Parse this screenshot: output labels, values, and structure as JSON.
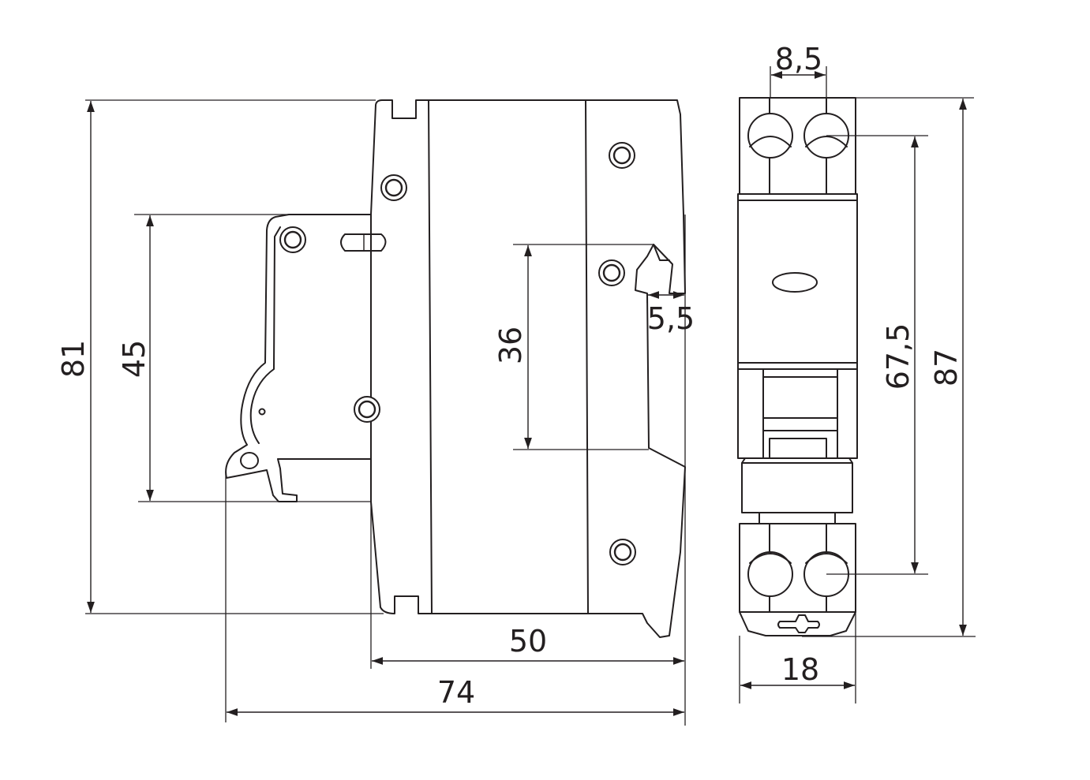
{
  "dimensions": {
    "overall_height_side": "81",
    "din_rail_span": "45",
    "front_face_height": "36",
    "handle_offset": "5,5",
    "depth_body": "50",
    "depth_overall": "74",
    "terminal_spacing": "8,5",
    "terminal_pitch": "67,5",
    "overall_height_front": "87",
    "width_front": "18"
  }
}
